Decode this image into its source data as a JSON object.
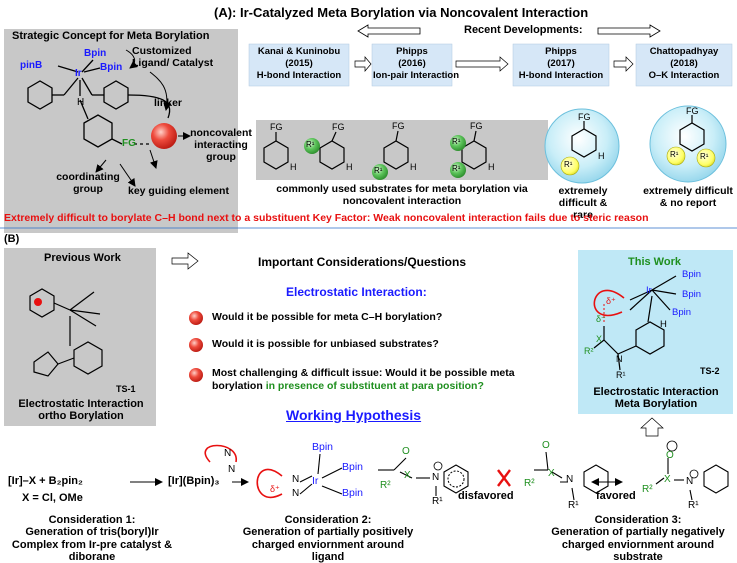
{
  "colors": {
    "red": "#e81010",
    "blue": "#1a1aff",
    "green": "#1f8f1f",
    "gray_box": "#c8c8c8",
    "cyan_box": "#bfe8f6",
    "dev_box": "#d6e7f7",
    "ball_red": "#e8322c"
  },
  "part_a": {
    "title": "(A): Ir-Catalyzed Meta Borylation via Noncovalent Interaction",
    "recent_developments": "Recent Developments:",
    "strategic_title": "Strategic Concept for Meta Borylation",
    "concept_labels": {
      "pinB": "pinB",
      "bpin1": "Bpin",
      "bpin2": "Bpin",
      "ir": "Ir",
      "h": "H",
      "fg": "FG",
      "ligand": "Customized Ligand/ Catalyst",
      "linker": "linker",
      "noncovalent": "noncovalent interacting group",
      "coordinating": "coordinating group",
      "key": "key guiding element"
    },
    "developments": [
      {
        "author": "Kanai & Kuninobu",
        "year": "(2015)",
        "kind": "H-bond Interaction"
      },
      {
        "author": "Phipps",
        "year": "(2016)",
        "kind": "Ion-pair Interaction"
      },
      {
        "author": "Phipps",
        "year": "(2017)",
        "kind": "H-bond Interaction"
      },
      {
        "author": "Chattopadhyay",
        "year": "(2018)",
        "kind": "O–K Interaction"
      }
    ],
    "substrate_labels": {
      "fg": "FG",
      "h": "H",
      "r1": "R¹"
    },
    "substrates_caption": "commonly used substrates for meta borylation via noncovalent interaction",
    "difficult_rare": "extremely difficult & rare",
    "difficult_no_report": "extremely difficult & no report",
    "red_banner": "Extremely difficult to borylate C–H bond next to a substituent Key Factor: Weak noncovalent interaction fails due to steric reason"
  },
  "part_b": {
    "label": "(B)",
    "previous_work": "Previous Work",
    "ts1": "TS-1",
    "previous_caption": "Electrostatic Interaction ortho Borylation",
    "considerations_title": "Important Considerations/Questions",
    "electrostatic_title": "Electrostatic Interaction:",
    "questions": [
      {
        "text": "Would it be possible for meta C–H borylation?",
        "extra": ""
      },
      {
        "text": "Would it is possible for unbiased substrates?",
        "extra": ""
      },
      {
        "text": "Most challenging & difficult issue: Would it be possible meta borylation",
        "extra": "in presence of substituent at para position?"
      }
    ],
    "this_work": "This Work",
    "ts2": "TS-2",
    "this_caption": "Electrostatic Interaction Meta Borylation",
    "working_hypothesis": "Working Hypothesis",
    "mol": {
      "bpin": "Bpin",
      "ir": "Ir",
      "h": "H",
      "n": "N",
      "o": "O",
      "x": "X",
      "r1": "R¹",
      "r2": "R²",
      "delta_plus": "δ⁺",
      "delta_minus": "δ⁻"
    },
    "reaction1": {
      "reagents": "[Ir]–X  +  B₂pin₂",
      "product": "[Ir](Bpin)₃",
      "conditions": "X = Cl, OMe"
    },
    "disfavored": "disfavored",
    "favored": "favored",
    "considerations": [
      {
        "title": "Consideration 1:",
        "text": "Generation of tris(boryl)Ir Complex from Ir-pre catalyst & diborane"
      },
      {
        "title": "Consideration 2:",
        "text": "Generation of partially positively charged enviornment around ligand"
      },
      {
        "title": "Consideration 3:",
        "text": "Generation of partially negatively charged enviornment around substrate"
      }
    ]
  }
}
